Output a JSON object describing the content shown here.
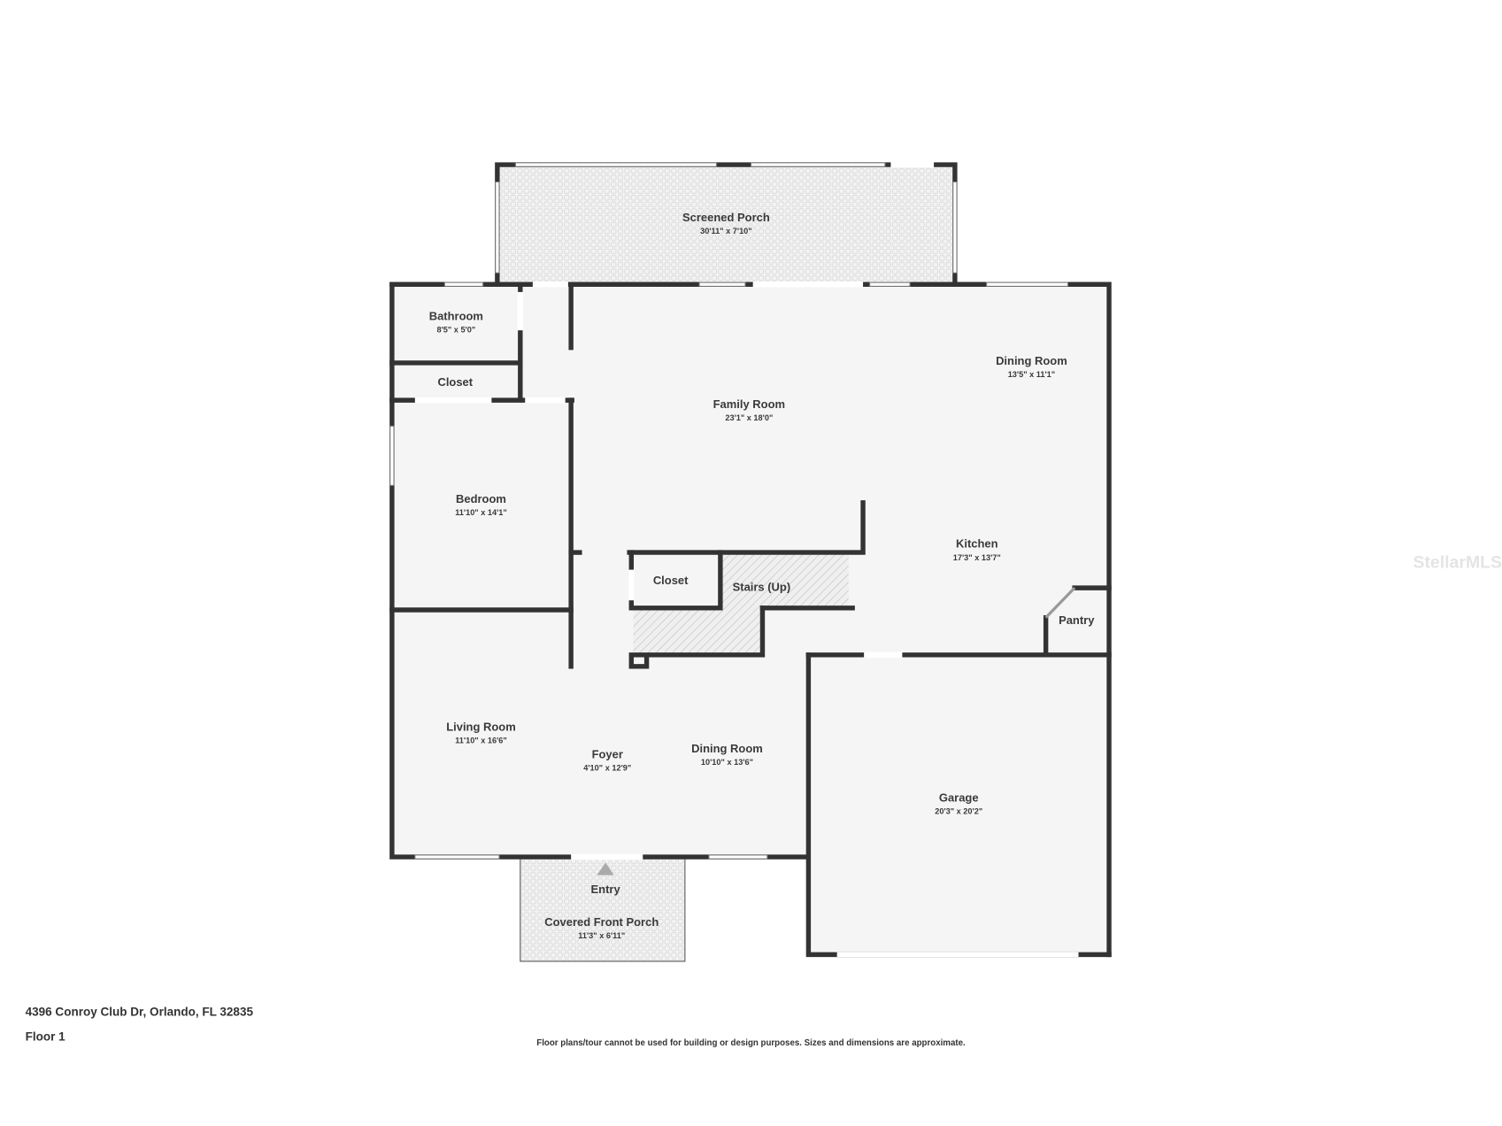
{
  "rooms": {
    "screened_porch": {
      "name": "Screened Porch",
      "dims": "30'11\" x 7'10\""
    },
    "bathroom": {
      "name": "Bathroom",
      "dims": "8'5\" x 5'0\""
    },
    "closet_1": {
      "name": "Closet"
    },
    "dining_room_1": {
      "name": "Dining Room",
      "dims": "13'5\" x 11'1\""
    },
    "family_room": {
      "name": "Family Room",
      "dims": "23'1\" x 18'0\""
    },
    "bedroom": {
      "name": "Bedroom",
      "dims": "11'10\" x 14'1\""
    },
    "kitchen": {
      "name": "Kitchen",
      "dims": "17'3\" x 13'7\""
    },
    "closet_2": {
      "name": "Closet"
    },
    "stairs": {
      "name": "Stairs (Up)"
    },
    "pantry": {
      "name": "Pantry"
    },
    "living_room": {
      "name": "Living Room",
      "dims": "11'10\" x 16'6\""
    },
    "foyer": {
      "name": "Foyer",
      "dims": "4'10\" x 12'9\""
    },
    "dining_room_2": {
      "name": "Dining Room",
      "dims": "10'10\" x 13'6\""
    },
    "garage": {
      "name": "Garage",
      "dims": "20'3\" x 20'2\""
    },
    "entry": {
      "name": "Entry"
    },
    "covered_front_porch": {
      "name": "Covered Front Porch",
      "dims": "11'3\" x 6'11\""
    }
  },
  "footer": {
    "address": "4396 Conroy Club Dr, Orlando, FL 32835",
    "floor": "Floor 1",
    "disclaimer": "Floor plans/tour cannot be used for building or design purposes. Sizes and dimensions are approximate."
  },
  "watermark": "StellarMLS",
  "colors": {
    "wall": "#333333",
    "floor": "#f5f5f5",
    "background": "#ffffff"
  }
}
